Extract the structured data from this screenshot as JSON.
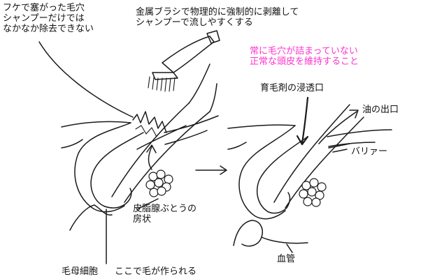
{
  "labels": {
    "clogged_pore": [
      "フケで塞がった毛穴",
      "シャンプーだけでは",
      "なかなか除去できない"
    ],
    "brush_note": [
      "金属ブラシで物理的に強制的に剥離して",
      "シャンプーで流しやすくする"
    ],
    "healthy_note": [
      "常に毛穴が詰まっていない",
      "正常な頭皮を維持すること"
    ],
    "tonic_entry": "育毛剤の浸透口",
    "oil_exit": "油の出口",
    "barrier": "バリァー",
    "sebaceous_gland": [
      "皮脂腺ぶとうの",
      "房状"
    ],
    "matrix_cells": "毛母細胞",
    "hair_made_here": "ここで毛が作られる",
    "blood_vessel": "血管"
  },
  "colors": {
    "ink": "#1a1a1a",
    "highlight": "#ff33cc",
    "background": "#ffffff"
  }
}
